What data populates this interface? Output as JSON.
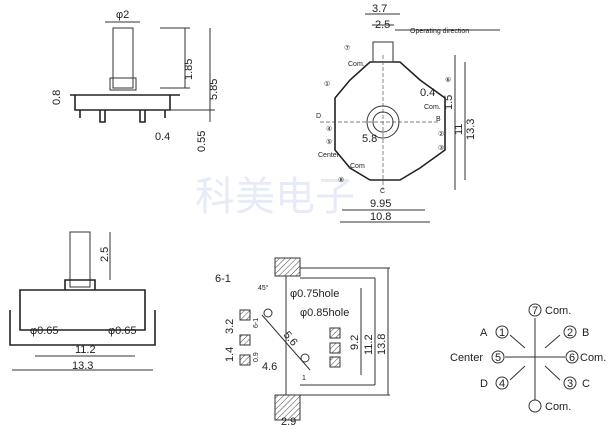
{
  "watermark": "科美电子",
  "side_view_top": {
    "d_shaft": "φ2",
    "h1": "0.8",
    "h2": "1.85",
    "h3": "5.85",
    "w_pin": "0.4",
    "h_pin": "0.55"
  },
  "side_view_bottom": {
    "h": "2.5",
    "hole_l": "φ0.65",
    "hole_r": "φ0.65",
    "pitch": "11.2",
    "width": "13.3"
  },
  "top_view": {
    "w1": "3.7",
    "w2": "2.5",
    "operating_direction": "Operating direction",
    "com_top": "Com.",
    "d1": "0.4",
    "d2": "1.5",
    "h11": "11",
    "h13": "13.3",
    "diag": "5.8",
    "w995": "9.95",
    "w108": "10.8",
    "dir_d": "D",
    "dir_b": "B",
    "dir_c": "C",
    "center": "Center",
    "com_bottom": "Com",
    "com_right": "Com.",
    "pins": [
      "①",
      "②",
      "③",
      "④",
      "⑤",
      "⑥",
      "⑦",
      "⑧"
    ]
  },
  "pcb_layout": {
    "p61": "6-1",
    "angle": "45°",
    "hole75": "φ0.75hole",
    "hole85": "φ0.85hole",
    "d14": "1.4",
    "d32": "3.2",
    "d92": "9.2",
    "d112": "11.2",
    "d138": "13.8",
    "d46": "4.6",
    "d29": "2.9",
    "d56": "5.6",
    "d09": "0.9",
    "d1": "1",
    "d61": "6-1"
  },
  "schematic": {
    "com_top": "Com.",
    "pin7": "7",
    "a": "A",
    "pin1": "1",
    "b": "B",
    "pin2": "2",
    "center": "Center",
    "pin5": "5",
    "pin6": "6",
    "com_right": "Com.",
    "d": "D",
    "pin4": "4",
    "c": "C",
    "pin3": "3",
    "com_bottom": "Com."
  }
}
